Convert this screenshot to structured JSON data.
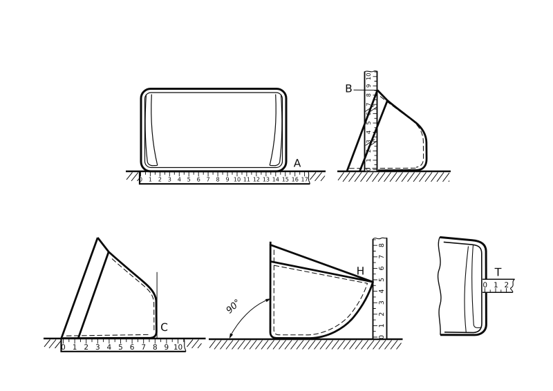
{
  "palette": {
    "ink": "#0b0b0b",
    "background": "#ffffff"
  },
  "figures": {
    "A": {
      "label": "A",
      "ruler_labels": [
        "0",
        "1",
        "2",
        "3",
        "4",
        "5",
        "6",
        "7",
        "8",
        "9",
        "10",
        "11",
        "12",
        "13",
        "14",
        "15",
        "16",
        "17"
      ]
    },
    "B": {
      "label": "B",
      "ruler_labels": [
        "0",
        "1",
        "2",
        "3",
        "4",
        "5",
        "6",
        "7",
        "8",
        "9",
        "10"
      ]
    },
    "C": {
      "label": "C",
      "ruler_labels": [
        "0",
        "1",
        "2",
        "3",
        "4",
        "5",
        "6",
        "7",
        "8",
        "9",
        "10"
      ]
    },
    "H": {
      "label": "H",
      "angle_label": "90°",
      "ruler_labels": [
        "0",
        "1",
        "2",
        "3",
        "4",
        "5",
        "6",
        "7",
        "8"
      ]
    },
    "T": {
      "label": "T",
      "ruler_labels": [
        "0",
        "1",
        "2"
      ]
    }
  }
}
